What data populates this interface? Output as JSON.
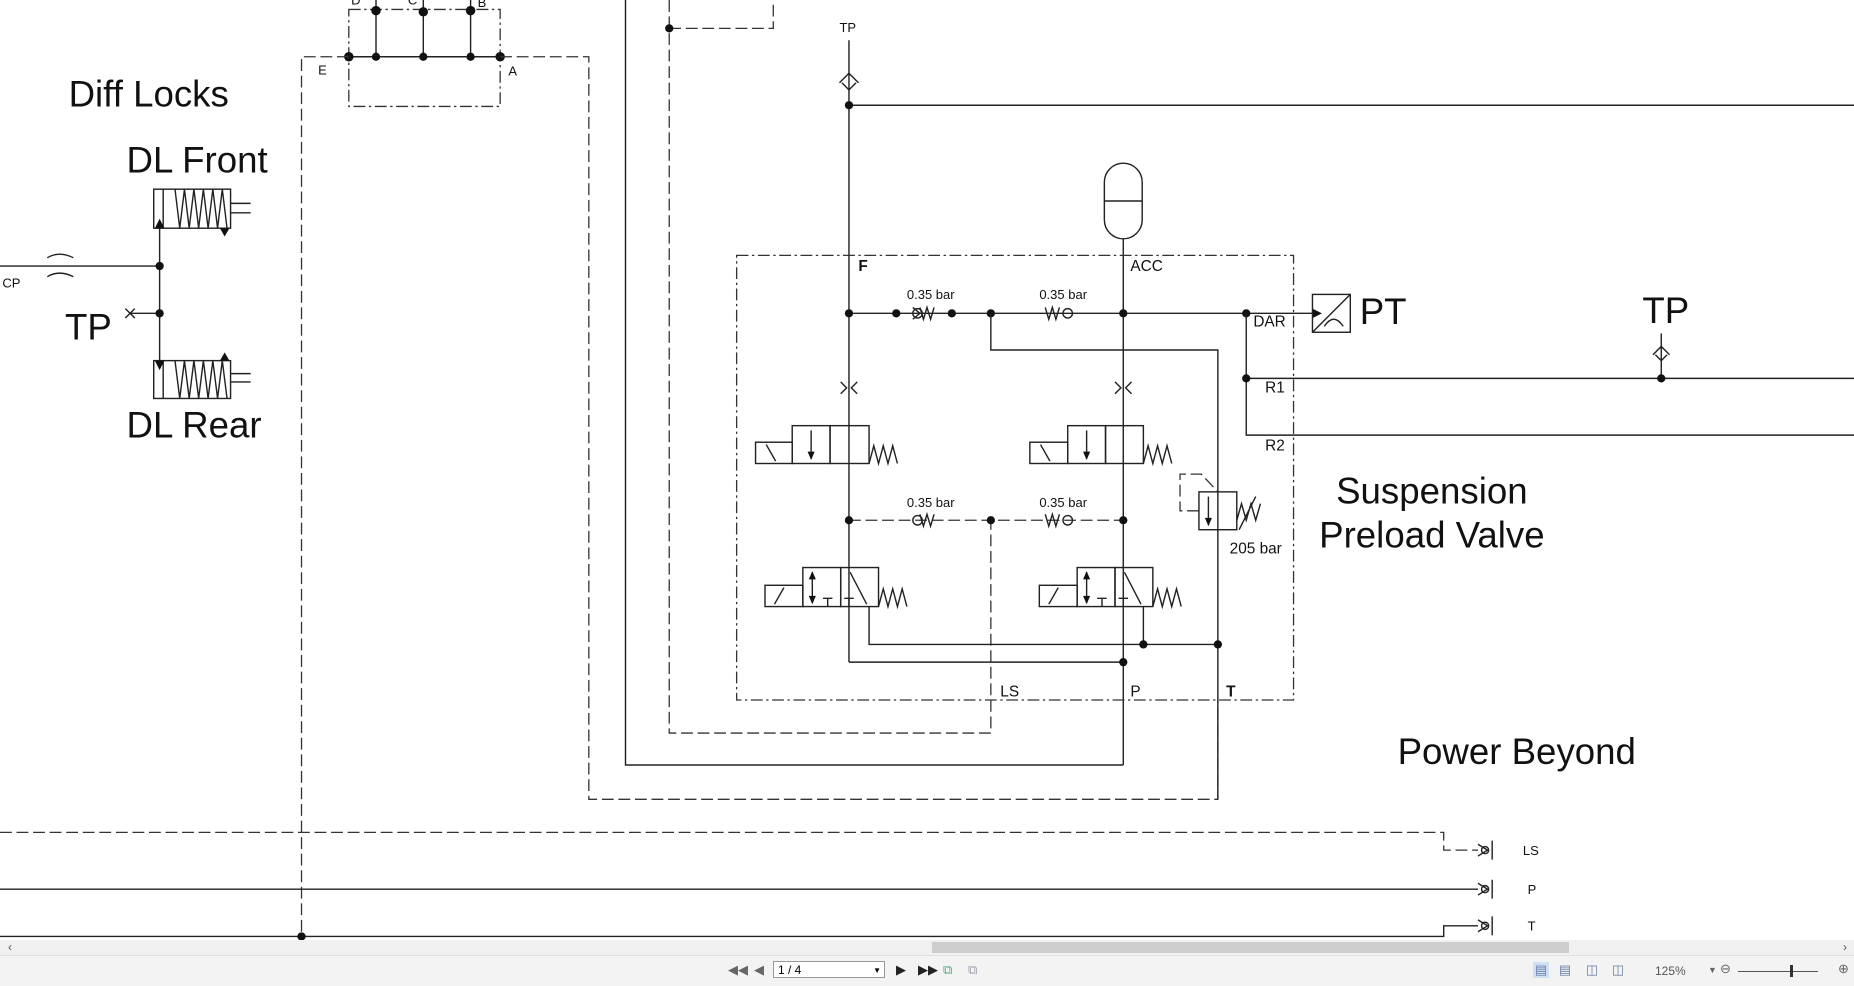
{
  "diagram": {
    "titles": {
      "diff_locks": "Diff Locks",
      "dl_front": "DL Front",
      "dl_rear": "DL Rear",
      "tp_left": "TP",
      "cp": "CP",
      "suspension_line1": "Suspension",
      "suspension_line2": "Preload Valve",
      "power_beyond": "Power Beyond",
      "pt": "PT",
      "tp_right": "TP",
      "tp_top": "TP"
    },
    "manifold_ports": {
      "d": "D",
      "c": "C",
      "b": "B",
      "e": "E",
      "a": "A"
    },
    "valve_ports": {
      "f": "F",
      "acc": "ACC",
      "dar": "DAR",
      "r1": "R1",
      "r2": "R2",
      "ls": "LS",
      "p": "P",
      "t": "T"
    },
    "pressures": {
      "check1": "0.35 bar",
      "check2": "0.35 bar",
      "check3": "0.35 bar",
      "check4": "0.35 bar",
      "relief": "205 bar"
    },
    "power_beyond_ports": {
      "ls": "LS",
      "p": "P",
      "t": "T"
    }
  },
  "viewer": {
    "page": "1 / 4",
    "zoom": "125%",
    "icons": [
      "first-page-icon",
      "prev-page-icon",
      "next-page-icon",
      "last-page-icon",
      "fit-page-icon",
      "fit-width-icon",
      "single-page-view-icon",
      "continuous-view-icon",
      "two-page-view-icon",
      "two-page-continuous-icon",
      "zoom-out-icon",
      "zoom-in-icon"
    ]
  }
}
